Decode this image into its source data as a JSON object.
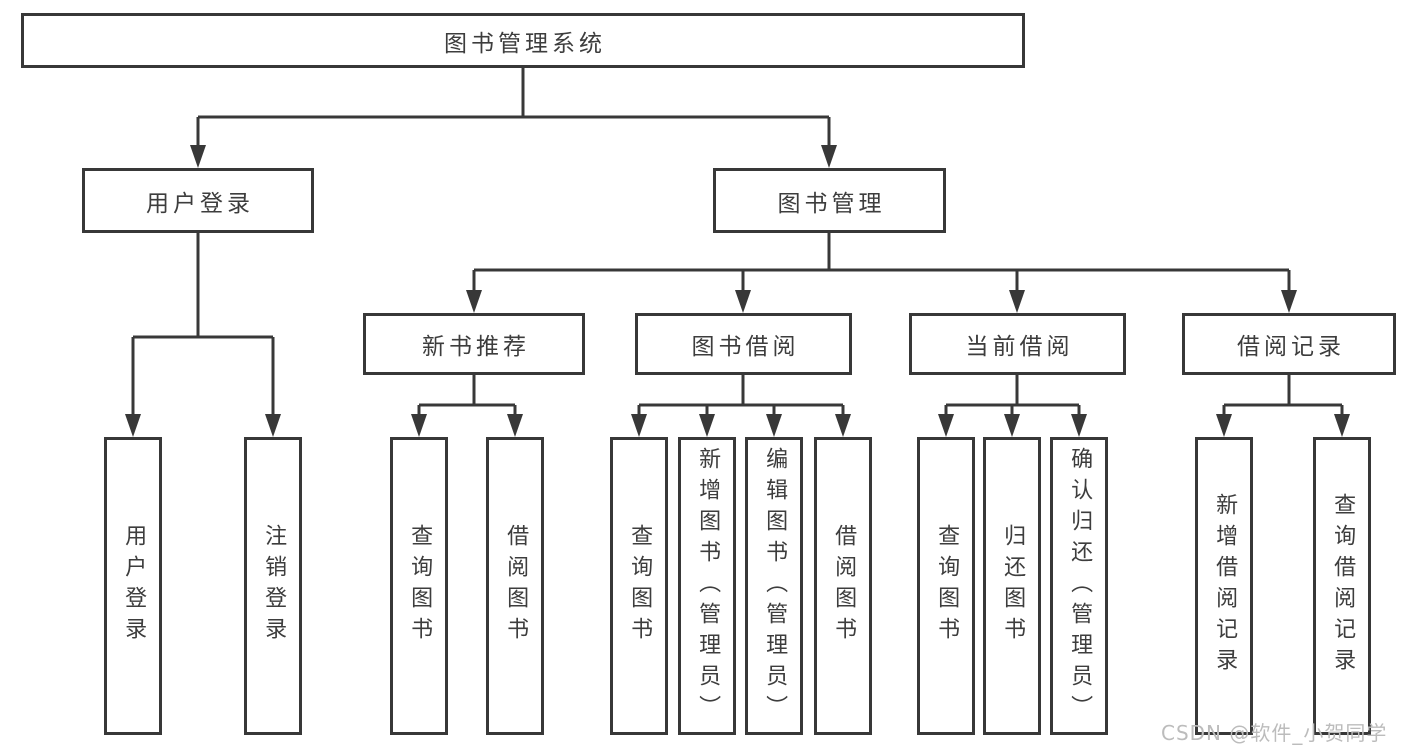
{
  "nodes": {
    "root": "图书管理系统",
    "user_login": "用户登录",
    "book_management": "图书管理",
    "new_book_recommend": "新书推荐",
    "book_borrow": "图书借阅",
    "current_borrow": "当前借阅",
    "borrow_records": "借阅记录"
  },
  "leaves": {
    "user_login": [
      "用户登录",
      "注销登录"
    ],
    "new_book_recommend": [
      "查询图书",
      "借阅图书"
    ],
    "book_borrow": [
      "查询图书",
      "新增图书（管理员）",
      "编辑图书（管理员）",
      "借阅图书"
    ],
    "current_borrow": [
      "查询图书",
      "归还图书",
      "确认归还（管理员）"
    ],
    "borrow_records": [
      "新增借阅记录",
      "查询借阅记录"
    ]
  },
  "watermark": "CSDN @软件_小贺同学",
  "colors": {
    "line": "#383838",
    "box_border": "#383838",
    "text": "#3d3d3d",
    "background": "#ffffff",
    "watermark": "#bcbcbc"
  }
}
